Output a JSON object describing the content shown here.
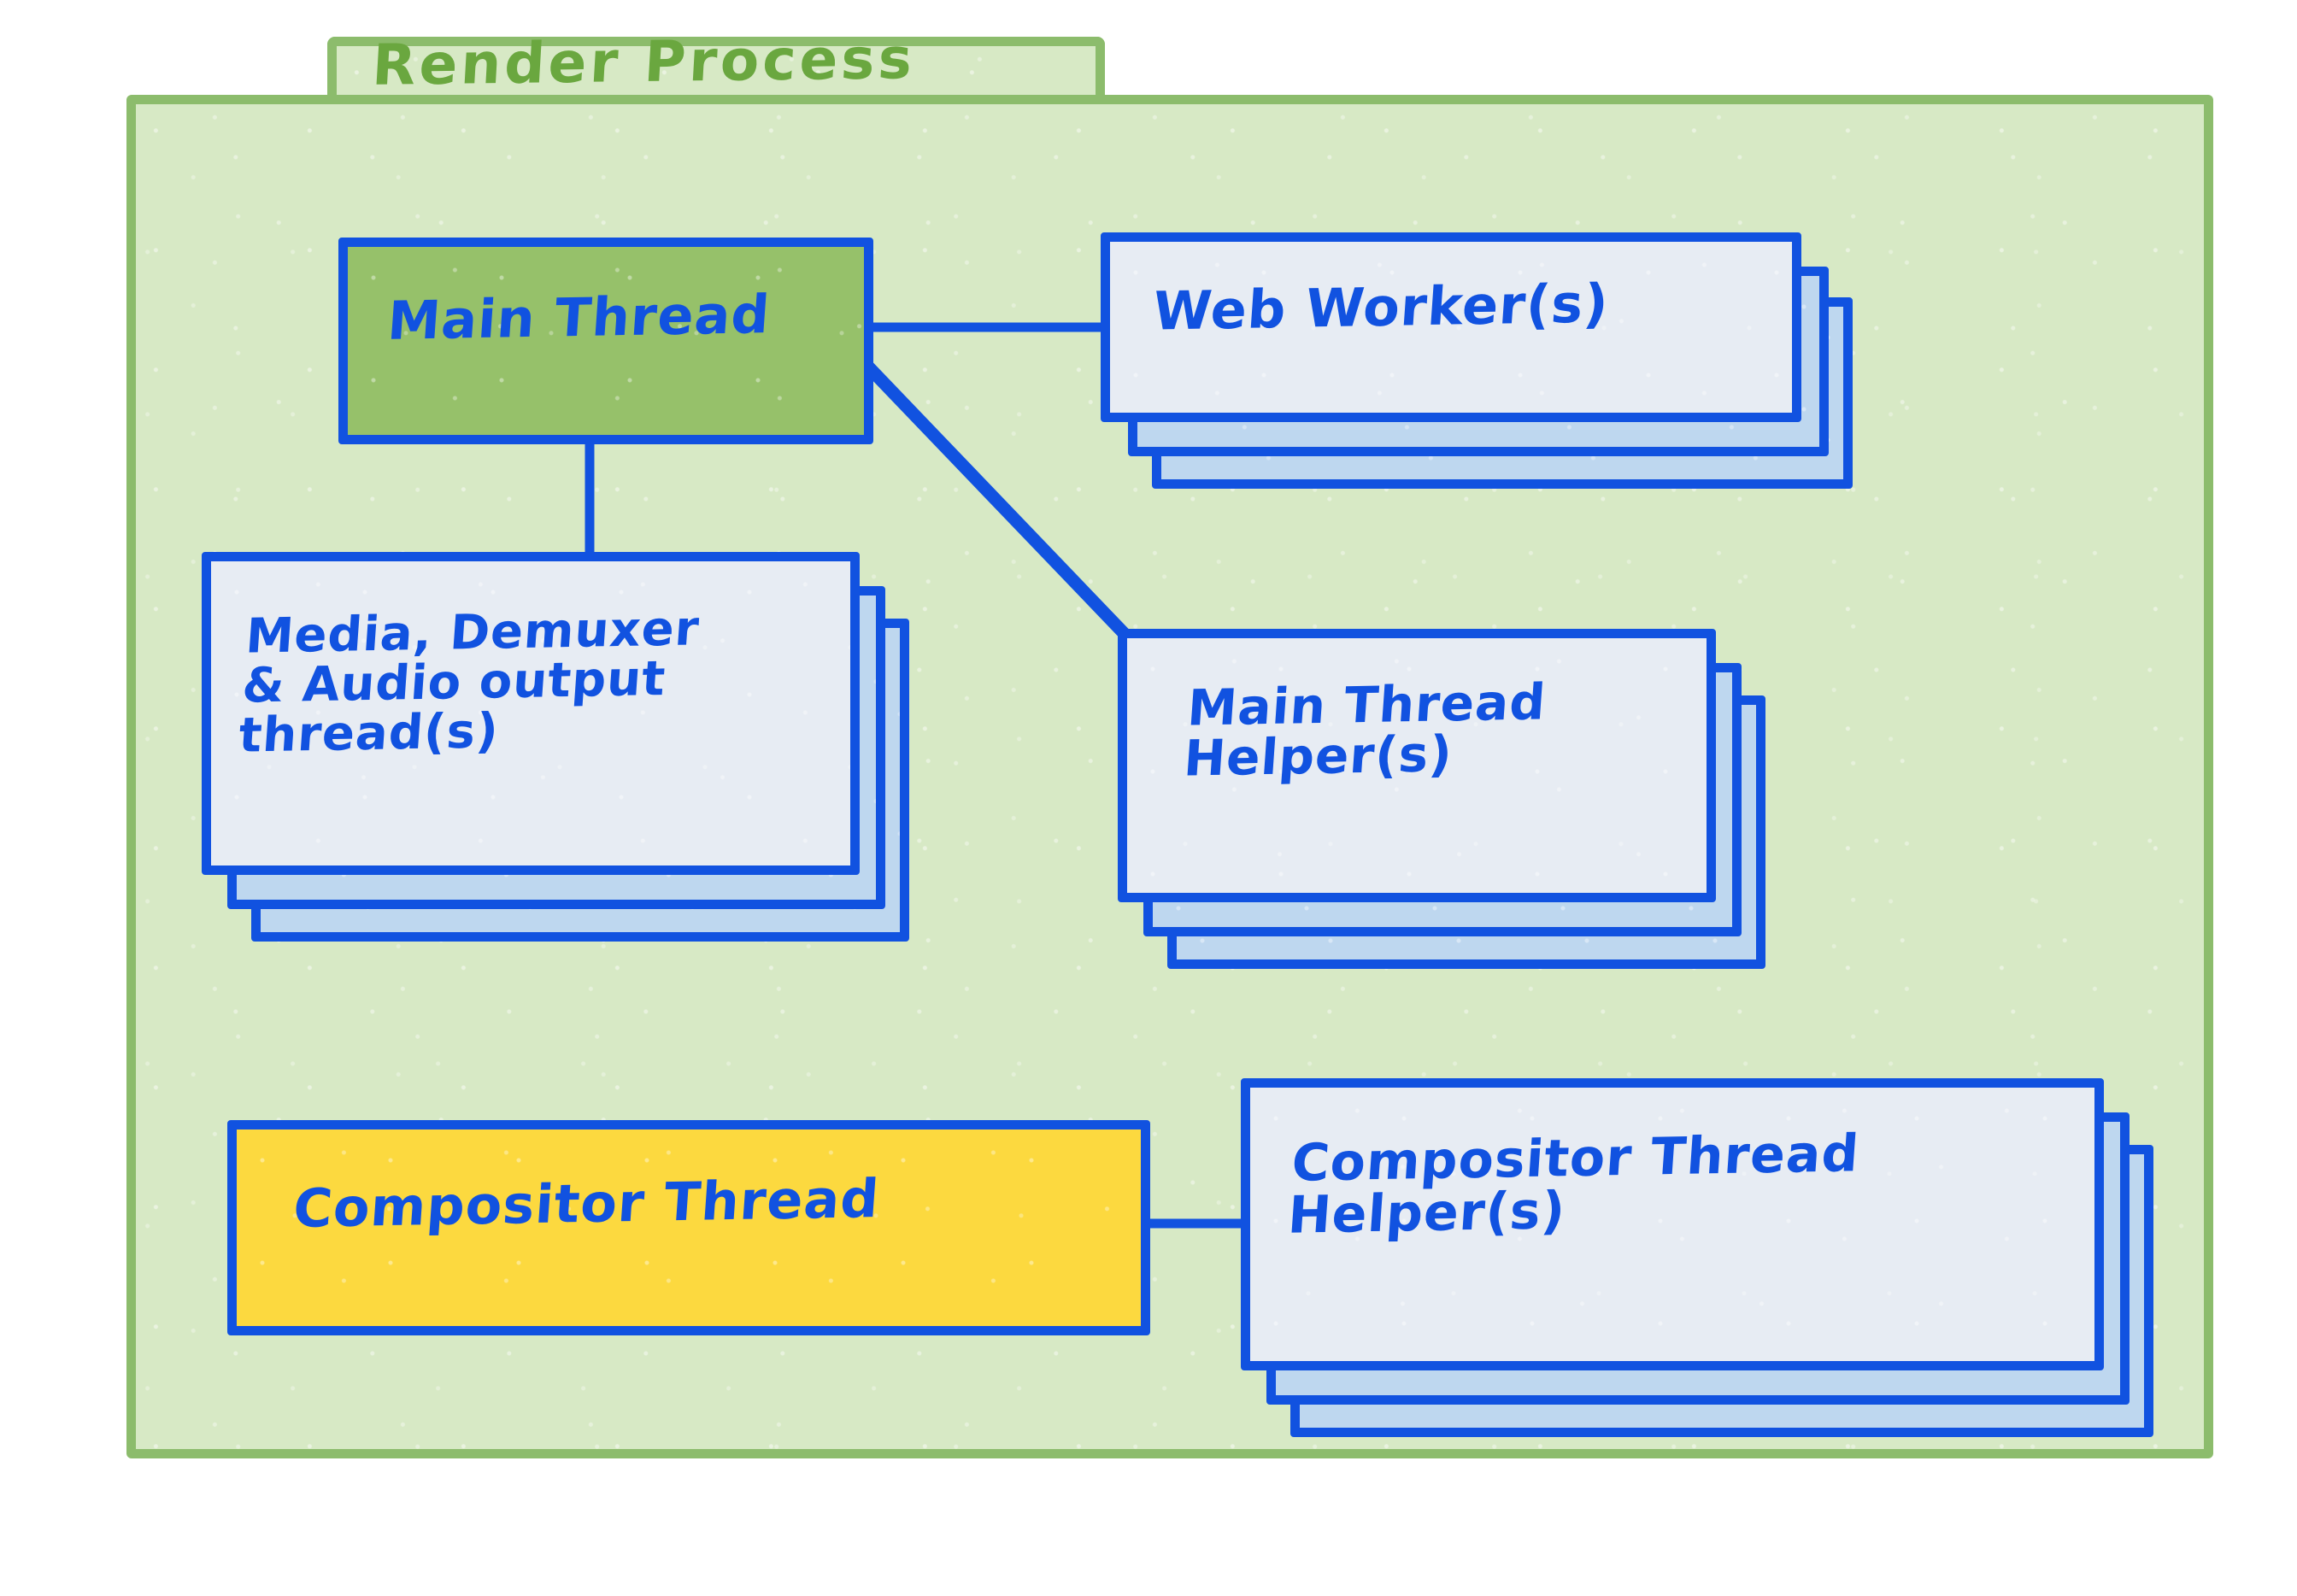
{
  "diagram": {
    "title": "Render Process",
    "colors": {
      "container_border": "#8cbc6c",
      "container_fill": "#d7e9c5",
      "title_text": "#6aa73f",
      "node_stroke": "#1152e0",
      "node_fill_front": "#e7ecf3",
      "node_fill_back": "#bed7ef",
      "main_thread_fill": "#96c16a",
      "compositor_thread_fill": "#fcd93f",
      "label_text": "#1152e0"
    },
    "nodes": [
      {
        "id": "main-thread",
        "label": "Main Thread",
        "fill": "#96c16a",
        "stacked": false,
        "stack_count": 1
      },
      {
        "id": "web-worker",
        "label": "Web Worker(s)",
        "fill": "#e7ecf3",
        "stacked": true,
        "stack_count": 3
      },
      {
        "id": "media-demuxer-audio",
        "label": "Media, Demuxer\n& Audio output\n      thread(s)",
        "fill": "#e7ecf3",
        "stacked": true,
        "stack_count": 3
      },
      {
        "id": "main-thread-helper",
        "label": "Main Thread\nHelper(s)",
        "fill": "#e7ecf3",
        "stacked": true,
        "stack_count": 3
      },
      {
        "id": "compositor-thread",
        "label": "Compositor Thread",
        "fill": "#fcd93f",
        "stacked": false,
        "stack_count": 1
      },
      {
        "id": "compositor-thread-helper",
        "label": "Compositor Thread\n    Helper(s)",
        "fill": "#e7ecf3",
        "stacked": true,
        "stack_count": 3
      }
    ],
    "edges": [
      {
        "id": "edge-main-thread-web-worker",
        "from": "main-thread",
        "to": "web-worker",
        "style": "straight-horizontal"
      },
      {
        "id": "edge-main-thread-main-thread-helper",
        "from": "main-thread",
        "to": "main-thread-helper",
        "style": "diagonal"
      },
      {
        "id": "edge-main-thread-media",
        "from": "main-thread",
        "to": "media-demuxer-audio",
        "style": "straight-vertical"
      },
      {
        "id": "edge-compositor-thread-helper",
        "from": "compositor-thread",
        "to": "compositor-thread-helper",
        "style": "straight-horizontal"
      }
    ]
  }
}
